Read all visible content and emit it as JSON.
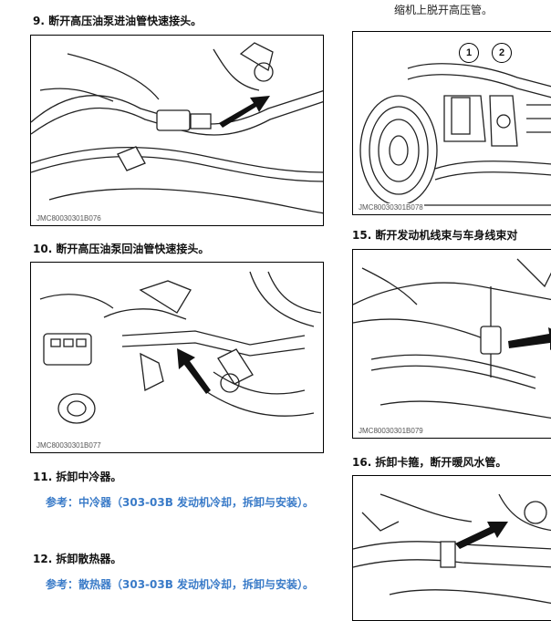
{
  "top_note": "缩机上脱开高压管。",
  "steps": {
    "s9": "9.  断开高压油泵进油管快速接头。",
    "s10": "10. 断开高压油泵回油管快速接头。",
    "s11": "11. 拆卸中冷器。",
    "s12": "12. 拆卸散热器。",
    "s15": "15. 断开发动机线束与车身线束对",
    "s16": "16. 拆卸卡箍，断开暖风水管。"
  },
  "refs": {
    "r11": "参考：中冷器（303-03B 发动机冷却，拆卸与安装）。",
    "r12": "参考：散热器（303-03B 发动机冷却，拆卸与安装）。"
  },
  "figures": {
    "f076": "JMC80030301B076",
    "f077": "JMC80030301B077",
    "f078": "JMC80030301B078",
    "f079": "JMC80030301B079"
  },
  "callouts": [
    "1",
    "2"
  ]
}
